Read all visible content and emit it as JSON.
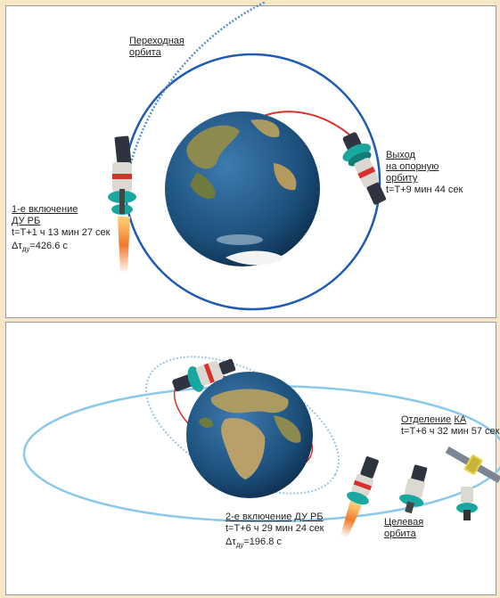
{
  "colors": {
    "background": "#f6e7c6",
    "panel": "#ffffff",
    "reference_orbit": "#1f5bb0",
    "transfer_orbit": "#5a8fd0",
    "burn_arc": "#d9302a",
    "target_orbit": "#8cc8ea",
    "ocean": "#1c4f7a",
    "exhaust": "#f07a2c",
    "stage_accent": "#1aa7a0"
  },
  "top_panel": {
    "transfer_orbit_label": [
      "Переходная",
      "орбита"
    ],
    "burn1": {
      "title": "1-е включение",
      "engine": "ДУ РБ",
      "time": "t=T+1 ч 13 мин 27 сек",
      "duration_prefix": "Δτ",
      "duration_sub": "ду",
      "duration_value": "=426.6 с"
    },
    "exit": {
      "line1": "Выход",
      "line2": "на опорную",
      "line3": "орбиту",
      "time": "t=T+9 мин 44 сек"
    }
  },
  "bottom_panel": {
    "separation": {
      "label": "Отделение",
      "label_ka": "КА",
      "time": "t=T+6 ч 32 мин 57 сек"
    },
    "burn2": {
      "title": "2-е включение",
      "engine": "ДУ РБ",
      "time": "t=T+6 ч 29 мин 24 сек",
      "duration_prefix": "Δτ",
      "duration_sub": "ду",
      "duration_value": "=196.8 с"
    },
    "target_orbit_label": [
      "Целевая",
      "орбита"
    ]
  }
}
